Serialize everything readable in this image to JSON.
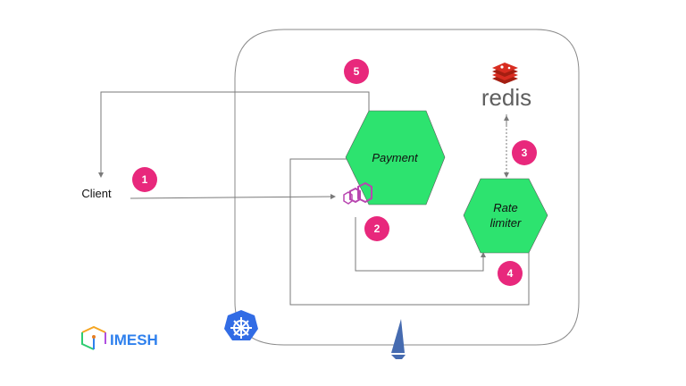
{
  "diagram": {
    "client": {
      "label": "Client"
    },
    "services": {
      "payment": {
        "label": "Payment"
      },
      "rate_limiter": {
        "label_line1": "Rate",
        "label_line2": "limiter"
      }
    },
    "redis": {
      "label": "redis",
      "icon": "redis-logo-icon"
    },
    "proxy": {
      "icon": "envoy-proxy-icon"
    },
    "steps": [
      {
        "number": "1"
      },
      {
        "number": "2"
      },
      {
        "number": "3"
      },
      {
        "number": "4"
      },
      {
        "number": "5"
      }
    ],
    "logos": {
      "imesh": {
        "label": "IMESH"
      },
      "kubernetes": {
        "icon": "kubernetes-helm-icon"
      },
      "istio": {
        "icon": "istio-sail-icon"
      }
    },
    "colors": {
      "service_fill": "#2de36f",
      "badge": "#e8287c",
      "connector": "#7a7a7a",
      "envoy": "#b845b0",
      "redis_red": "#d82c20",
      "kubernetes_blue": "#326ce5",
      "istio_blue": "#466bb0"
    }
  }
}
